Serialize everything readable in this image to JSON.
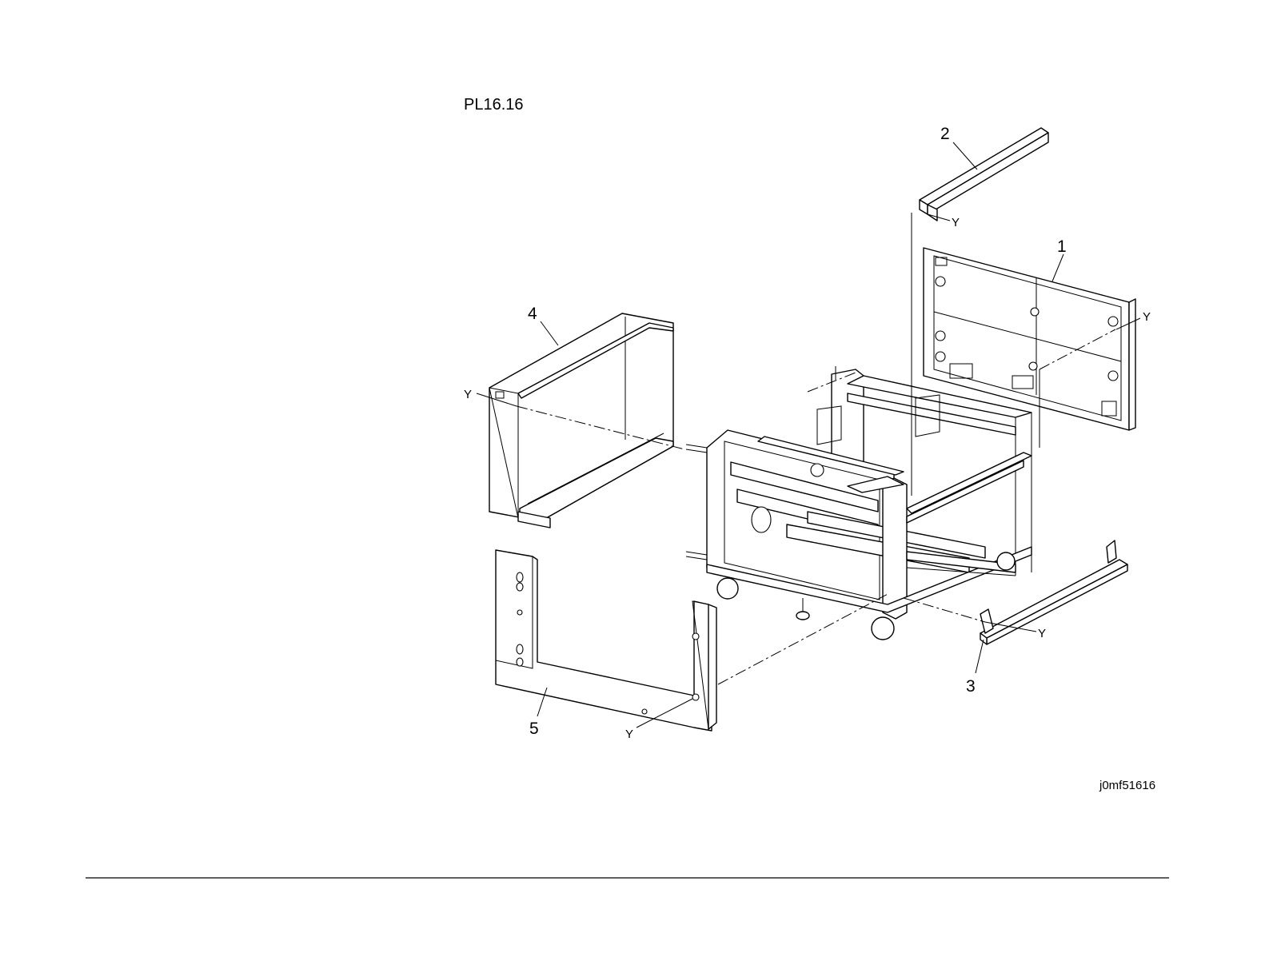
{
  "plate": {
    "title": "PL16.16",
    "figure_id": "j0mf51616"
  },
  "callouts": [
    {
      "number": "1"
    },
    {
      "number": "2"
    },
    {
      "number": "3"
    },
    {
      "number": "4"
    },
    {
      "number": "5"
    }
  ],
  "axis_marker": "Y"
}
